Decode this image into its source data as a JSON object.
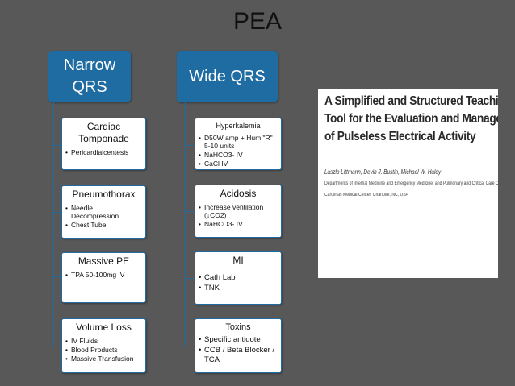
{
  "slide": {
    "title": "PEA"
  },
  "narrow": {
    "header": [
      "Narrow",
      "QRS"
    ],
    "cards": [
      {
        "title": "Cardiac Tomponade",
        "items": [
          "Pericardialcentesis"
        ]
      },
      {
        "title": "Pneumothorax",
        "items": [
          "Needle Decompression",
          "Chest Tube"
        ]
      },
      {
        "title": "Massive PE",
        "items": [
          "TPA 50-100mg IV"
        ]
      },
      {
        "title": "Volume Loss",
        "items": [
          "IV Fluids",
          "Blood Products",
          "Massive Transfusion"
        ]
      }
    ]
  },
  "wide": {
    "header": "Wide QRS",
    "cards": [
      {
        "title": "Hyperkalemia",
        "items": [
          "D50W amp + Hum \"R\" 5-10 units",
          "NaHCO3- IV",
          "CaCl IV"
        ]
      },
      {
        "title": "Acidosis",
        "items": [
          "Increase ventilation (↓CO2)",
          "NaHCO3- IV"
        ]
      },
      {
        "title": "MI",
        "items": [
          "Cath Lab",
          "TNK"
        ]
      },
      {
        "title": "Toxins",
        "items": [
          "Specific antidote",
          "CCB / Beta Blocker / TCA"
        ]
      }
    ]
  },
  "paper": {
    "title_lines": [
      "A Simplified and Structured Teaching",
      "Tool for the Evaluation and Management",
      "of Pulseless Electrical Activity"
    ],
    "authors": "Laszlo Littmann, Devin J. Bustin, Michael W. Haley",
    "affiliation_lines": [
      "Departments of Internal Medicine and Emergency Medicine, and Pulmonary and Critical Care Consultants,",
      "Carolinas Medical Center, Charlotte, NC, USA"
    ]
  },
  "colors": {
    "background": "#585858",
    "header": "#1f6ca2",
    "card_border": "#1f6ca2"
  }
}
